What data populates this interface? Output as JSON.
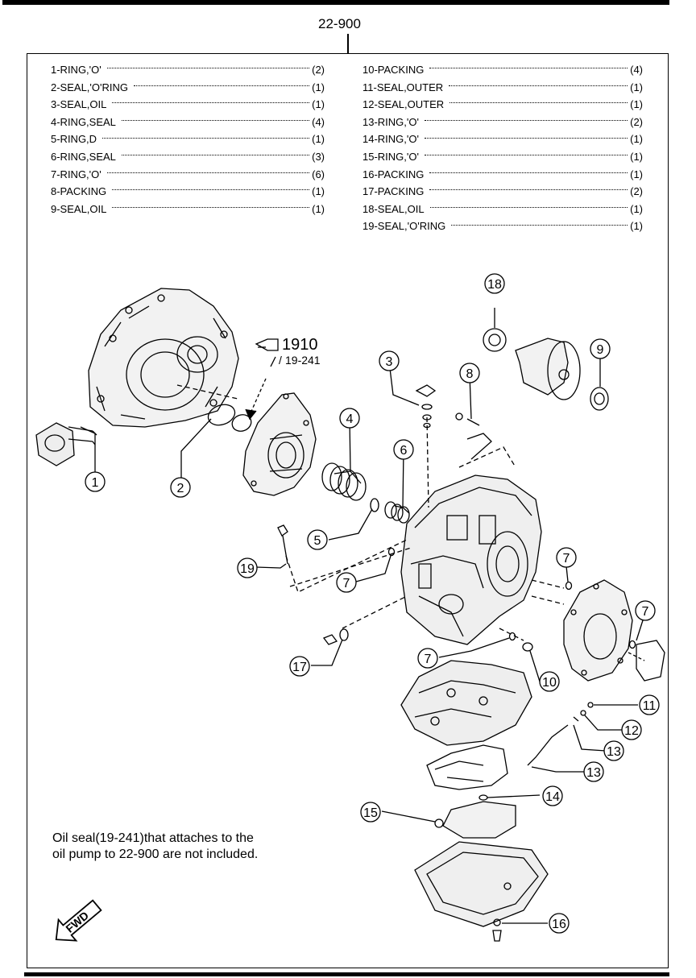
{
  "header": {
    "assembly_number": "22-900"
  },
  "parts_left": [
    {
      "name": "1-RING,'O'",
      "qty": "(2)"
    },
    {
      "name": "2-SEAL,'O'RING",
      "qty": "(1)"
    },
    {
      "name": "3-SEAL,OIL",
      "qty": "(1)"
    },
    {
      "name": "4-RING,SEAL",
      "qty": "(4)"
    },
    {
      "name": "5-RING,D",
      "qty": "(1)"
    },
    {
      "name": "6-RING,SEAL",
      "qty": "(3)"
    },
    {
      "name": "7-RING,'O'",
      "qty": "(6)"
    },
    {
      "name": "8-PACKING",
      "qty": "(1)"
    },
    {
      "name": "9-SEAL,OIL",
      "qty": "(1)"
    }
  ],
  "parts_right": [
    {
      "name": "10-PACKING",
      "qty": "(4)"
    },
    {
      "name": "11-SEAL,OUTER",
      "qty": "(1)"
    },
    {
      "name": "12-SEAL,OUTER",
      "qty": "(1)"
    },
    {
      "name": "13-RING,'O'",
      "qty": "(2)"
    },
    {
      "name": "14-RING,'O'",
      "qty": "(1)"
    },
    {
      "name": "15-RING,'O'",
      "qty": "(1)"
    },
    {
      "name": "16-PACKING",
      "qty": "(1)"
    },
    {
      "name": "17-PACKING",
      "qty": "(2)"
    },
    {
      "name": "18-SEAL,OIL",
      "qty": "(1)"
    },
    {
      "name": "19-SEAL,'O'RING",
      "qty": "(1)"
    }
  ],
  "reference": {
    "group": "1910",
    "part": "19-241"
  },
  "callouts": [
    "1",
    "2",
    "3",
    "4",
    "5",
    "6",
    "7",
    "8",
    "9",
    "10",
    "11",
    "12",
    "13",
    "14",
    "15",
    "16",
    "17",
    "18",
    "19"
  ],
  "note": "Oil seal(19-241)that attaches to the oil pump to 22-900 are not included.",
  "direction_label": "FWD"
}
